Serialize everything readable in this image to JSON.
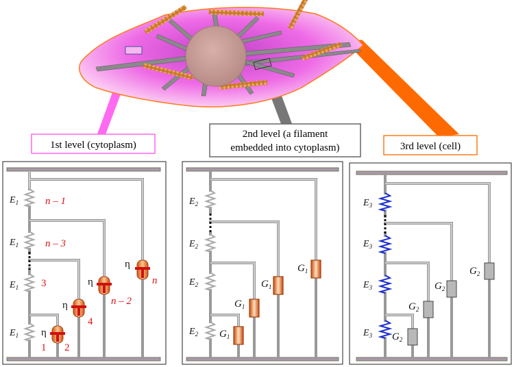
{
  "levels": {
    "level1": "1st level (cytoplasm)",
    "level2_line1": "2nd level (a filament",
    "level2_line2": "embedded into cytoplasm)",
    "level3": "3rd level (cell)"
  },
  "panel1": {
    "e_label": "E",
    "e_sub": "1",
    "eta": "η",
    "n_minus_1": "n – 1",
    "n_minus_3": "n – 3",
    "n_minus_2": "n – 2",
    "n": "n",
    "num1": "1",
    "num2": "2",
    "num3": "3",
    "num4": "4"
  },
  "panel2": {
    "e_label": "E",
    "e_sub": "2",
    "g_label": "G",
    "g_sub": "1"
  },
  "panel3": {
    "e_label": "E",
    "e_sub": "3",
    "g_label": "G",
    "g_sub": "2"
  },
  "colors": {
    "cell_fill": "#f070e0",
    "cell_border": "#ff7a1a",
    "nucleus": "#c9a09a",
    "spring_gray": "#aaaaaa",
    "spring_blue": "#1a2fd0",
    "dashpot_orange": "#e86a10",
    "dashpot_gray": "#b8b8b8",
    "beam_pink": "#ff5af0",
    "beam_gray": "#7a7a7a",
    "beam_orange": "#ff6a00",
    "label_text_red": "#dd1111"
  }
}
